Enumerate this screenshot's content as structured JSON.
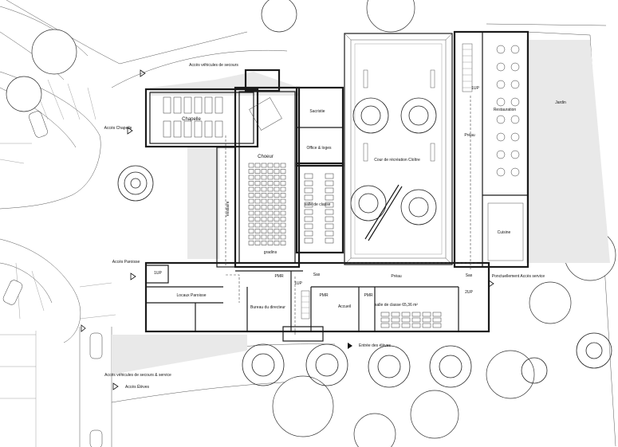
{
  "labels": {
    "acces_vehicules_secours": "Accès véhicules de secours",
    "acces_chapelle": "Accès Chapelle",
    "acces_paroisse": "Accès Paroisse",
    "acces_vehicules_secours_service": "Accès véhicules de secours & service",
    "acces_eleves": "Accès Élèves",
    "ponctuellement_acces_service": "Ponctuellement Accès service",
    "chapelle": "Chapelle",
    "choeur": "Choeur",
    "sacristie": "Sacristie",
    "office_loges": "Office & loges",
    "salle_de_classe": "salle de classe",
    "salle_de_classe_2": "salle de classe",
    "gradins": "gradins",
    "vestiaire": "Vestiaire",
    "cour_recreation": "Cour de récréation Cloître",
    "preau_east": "Préau",
    "preau_south": "Préau",
    "restauration": "Restauration",
    "cuisine": "Cuisine",
    "jardin": "Jardin",
    "locaux_paroisse": "Locaux Paroisse",
    "bureau_directeur": "Bureau du directeur",
    "accueil": "Accueil",
    "salle_de_classe_area": "salle de classe 65,36 m²",
    "entree_eleves": "Entrée des élèves",
    "sas_1": "Sas",
    "sas_2": "Sas",
    "up_1": "1UP",
    "up_2": "1UP",
    "up_3": "1UP",
    "up_4": "2UP",
    "pmr_1": "PMR",
    "pmr_2": "PMR",
    "pmr_3": "PMR"
  }
}
